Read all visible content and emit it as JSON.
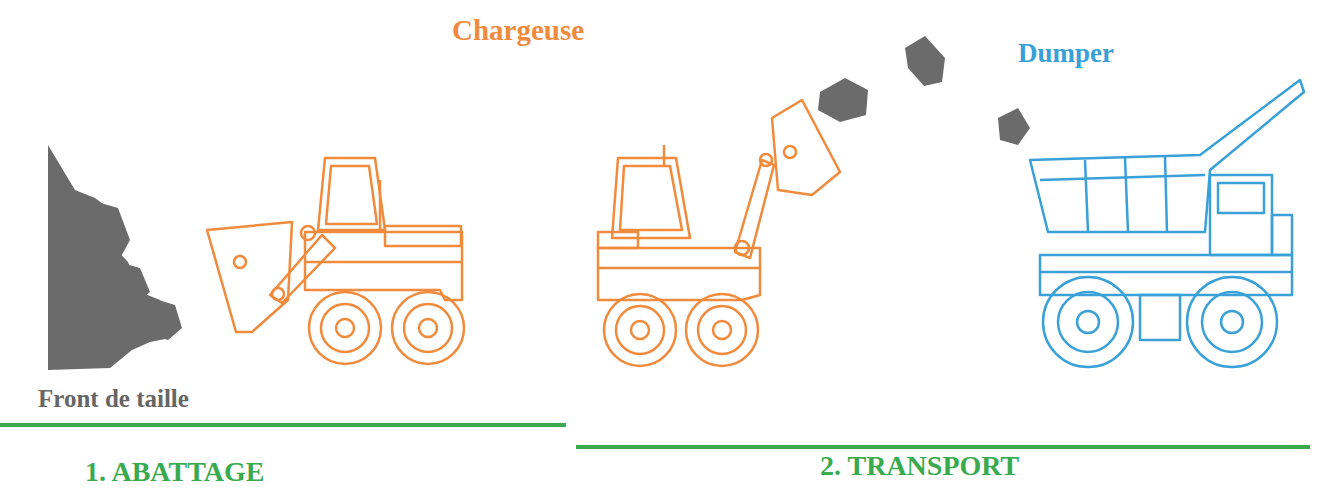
{
  "diagram": {
    "labels": [
      "Chargeuse",
      "Dumper",
      "Front de taille",
      "1. ABATTAGE",
      "2. TRANSPORT"
    ]
  }
}
